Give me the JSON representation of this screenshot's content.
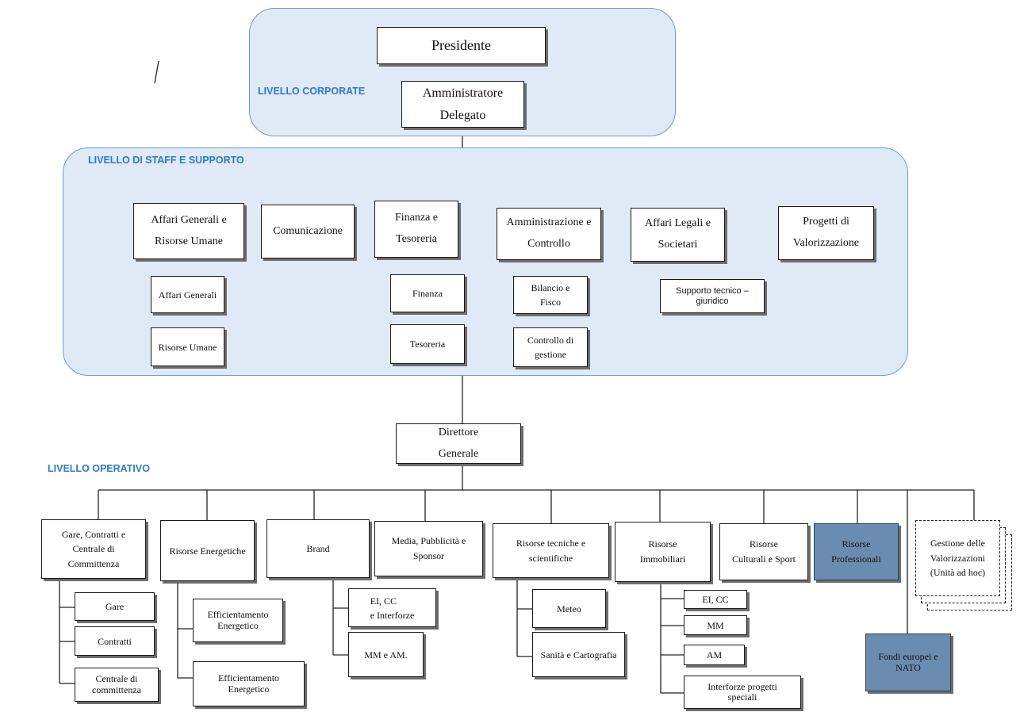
{
  "levels": {
    "corporate": "LIVELLO CORPORATE",
    "staff": "LIVELLO DI STAFF E SUPPORTO",
    "operativo": "LIVELLO OPERATIVO"
  },
  "corporate": {
    "presidente": "Presidente",
    "ad": "Amministratore\nDelegato"
  },
  "staff": {
    "affari_generali_ru": "Affari Generali e\nRisorse Umane",
    "affari_generali": "Affari Generali",
    "risorse_umane": "Risorse Umane",
    "comunicazione": "Comunicazione",
    "finanza_tesoreria": "Finanza e\nTesoreria",
    "finanza": "Finanza",
    "tesoreria": "Tesoreria",
    "amministrazione": "Amministrazione e\nControllo",
    "bilancio": "Bilancio e\nFisco",
    "controllo": "Controllo di\ngestione",
    "affari_legali": "Affari Legali e\nSocietari",
    "supporto": "Supporto tecnico –\ngiuridico",
    "progetti": "Progetti di\nValorizzazione"
  },
  "dg": "Direttore\nGenerale",
  "operativo": {
    "gare_contratti": "Gare, Contratti e\nCentrale di\nCommittenza",
    "gare": "Gare",
    "contratti": "Contratti",
    "centrale": "Centrale di\ncommittenza",
    "risorse_energetiche": "Risorse Energetiche",
    "efficientamento_1": "Efficientamento\nEnergetico",
    "efficientamento_2": "Efficientamento\nEnergetico",
    "brand": "Brand",
    "ei_cc_interforze": "EI, CC\ne Interforze",
    "mm_am": "MM e AM.",
    "media": "Media, Pubblicità e\nSponsor",
    "risorse_tecniche": "Risorse tecniche e\nscientifiche",
    "meteo": "Meteo",
    "sanita": "Sanità e Cartografia",
    "risorse_immobiliari": "Risorse\nImmobiliari",
    "ei_cc": "EI, CC",
    "mm": "MM",
    "am": "AM",
    "interforze_progetti": "Interforze progetti\nspeciali",
    "risorse_culturali": "Risorse\nCulturali e Sport",
    "risorse_professionali": "Risorse\nProfessionali",
    "fondi_europei": "Fondi europei e\nNATO",
    "gestione_valorizzazioni": "Gestione delle\nValorizzazioni\n(Unità ad hoc)"
  },
  "colors": {
    "level_fill": "#dfeaf6",
    "level_border": "#6a9fd0",
    "level_label": "#2e7bc4",
    "highlight_fill": "#6b8cb1"
  }
}
